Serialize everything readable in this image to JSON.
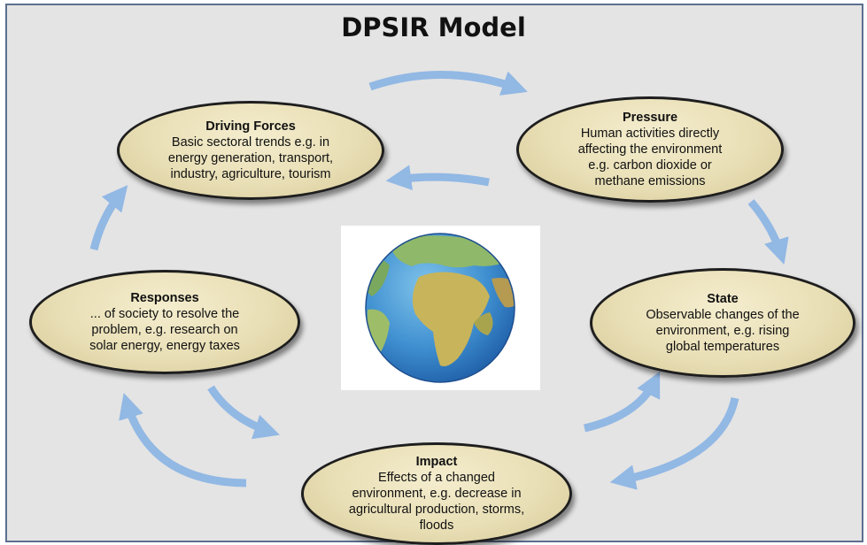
{
  "title": "DPSIR Model",
  "nodes": {
    "driving_forces": {
      "heading": "Driving Forces",
      "text": "Basic sectoral trends e.g. in\nenergy generation, transport,\nindustry, agriculture, tourism"
    },
    "pressure": {
      "heading": "Pressure",
      "text": "Human activities directly\naffecting the environment\ne.g. carbon dioxide or\nmethane emissions"
    },
    "state": {
      "heading": "State",
      "text": "Observable changes of the\nenvironment, e.g. rising\nglobal temperatures"
    },
    "impact": {
      "heading": "Impact",
      "text": "Effects of a changed\nenvironment, e.g. decrease in\nagricultural production, storms,\nfloods"
    },
    "responses": {
      "heading": "Responses",
      "text": "... of society to resolve the\nproblem, e.g. research on\nsolar energy, energy taxes"
    }
  },
  "colors": {
    "background": "#e4e4e4",
    "border": "#5c6f8f",
    "ellipse_fill": "#e9dfb6",
    "arrow": "#92b8e4"
  },
  "icons": [
    "globe-image",
    "cycle-arrow"
  ]
}
